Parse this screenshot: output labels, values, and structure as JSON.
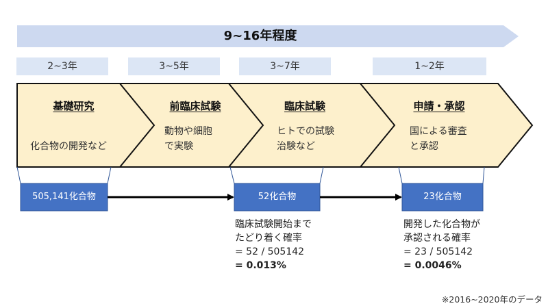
{
  "banner": {
    "text": "9~16年程度"
  },
  "stages": [
    {
      "duration": "2~3年",
      "title": "基礎研究",
      "desc": [
        "化合物の開発など"
      ]
    },
    {
      "duration": "3~5年",
      "title": "前臨床試験",
      "desc": [
        "動物や細胞",
        "で実験"
      ]
    },
    {
      "duration": "3~7年",
      "title": "臨床試験",
      "desc": [
        "ヒトでの試験",
        "治験など"
      ]
    },
    {
      "duration": "1~2年",
      "title": "申請・承認",
      "desc": [
        "国による審査",
        "と承認"
      ]
    }
  ],
  "counts": [
    {
      "label": "505,141化合物"
    },
    {
      "label": "52化合物"
    },
    {
      "label": "23化合物"
    }
  ],
  "notes": [
    {
      "lines": [
        "臨床試験開始まで",
        "たどり着く確率",
        "= 52 / 505142"
      ],
      "result": "= 0.013%"
    },
    {
      "lines": [
        "開発した化合物が",
        "承認される確率",
        "= 23 / 505142"
      ],
      "result": "= 0.0046%"
    }
  ],
  "footnote": "※2016~2020年のデータ",
  "colors": {
    "banner": "#cdd9f0",
    "duration_box": "#dce6f5",
    "stage_fill": "#fdf0cc",
    "stage_stroke": "#111111",
    "count_box": "#4472c4",
    "count_stroke": "#2f5597",
    "arrow": "#000000"
  }
}
